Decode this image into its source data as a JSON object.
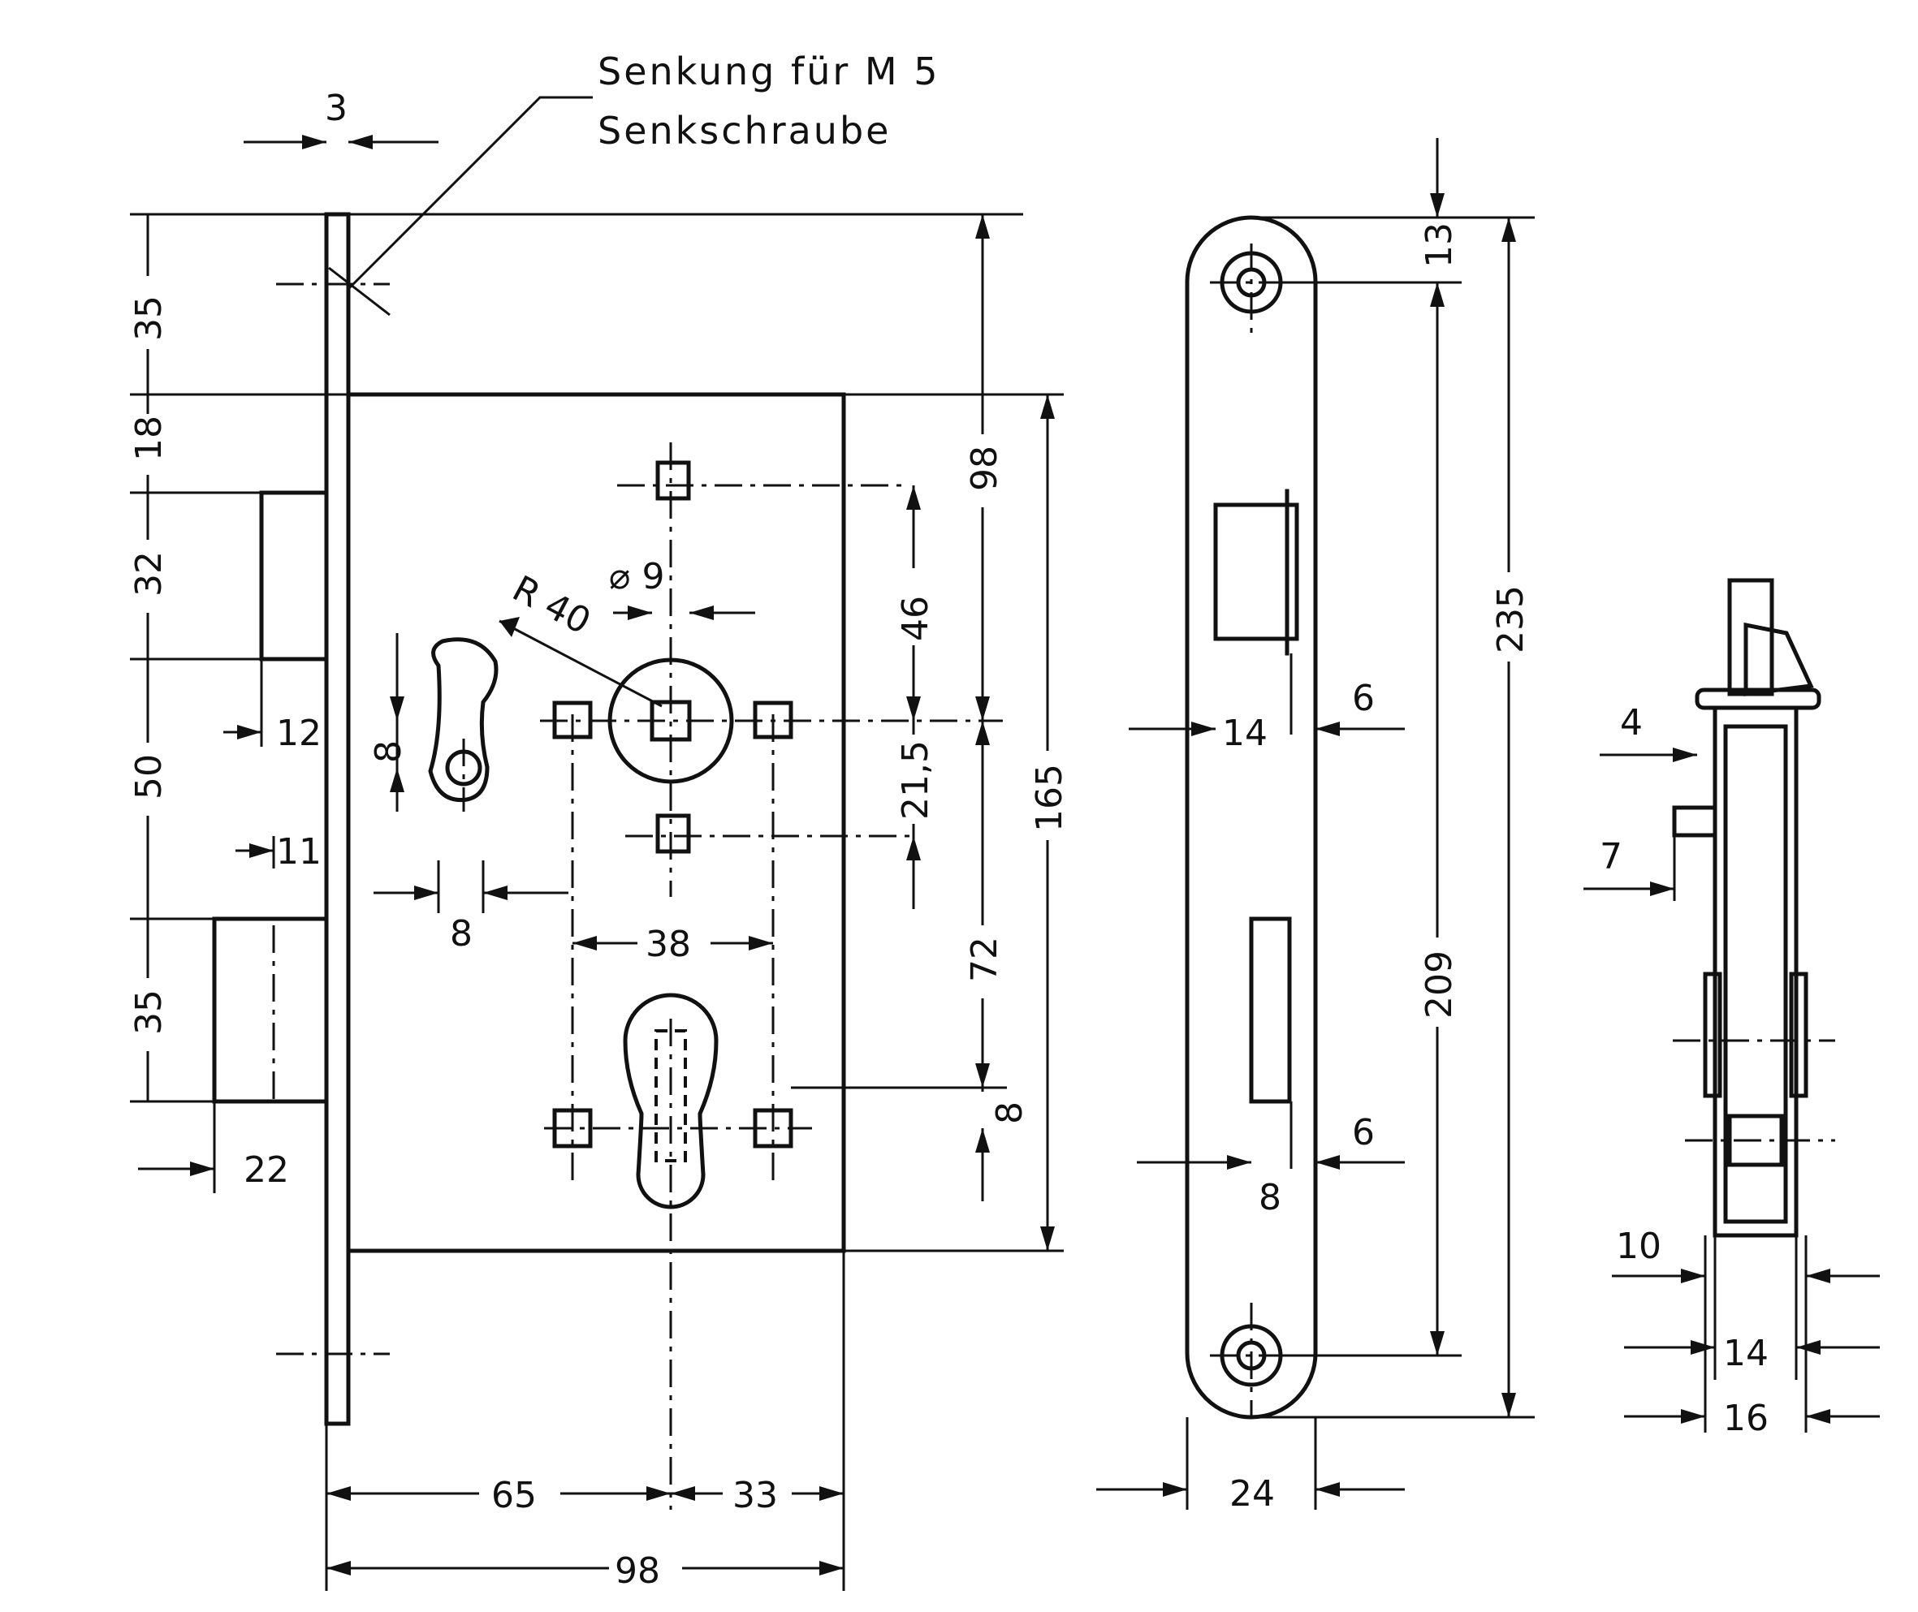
{
  "note": {
    "line1": "Senkung für M 5",
    "line2": "Senkschraube"
  },
  "front_view": {
    "faceplate_thickness": "3",
    "left_dims": [
      "35",
      "18",
      "32",
      "50",
      "35"
    ],
    "latch_protrusion": "12",
    "deadbolt_offset": "11",
    "deadbolt_projection": "22",
    "hub_small_offset": "8",
    "hub_radius": "R 40",
    "hub_diameter": "⌀ 9",
    "hub_horizontal": "8",
    "hub_spacing": "38",
    "right_dims_inner": [
      "46",
      "21,5"
    ],
    "right_dims_outer": [
      "98",
      "72",
      "8"
    ],
    "case_height": "165",
    "bottom_dims": [
      "65",
      "33"
    ],
    "case_width": "98"
  },
  "strike_plate_view": {
    "top_offset": "13",
    "screw_spacing": "209",
    "total_length": "235",
    "latch_width": "14",
    "latch_offset": "6",
    "bolt_width": "8",
    "bolt_offset": "6",
    "plate_width": "24"
  },
  "side_view": {
    "dims": [
      "4",
      "7",
      "10",
      "14",
      "16"
    ]
  }
}
